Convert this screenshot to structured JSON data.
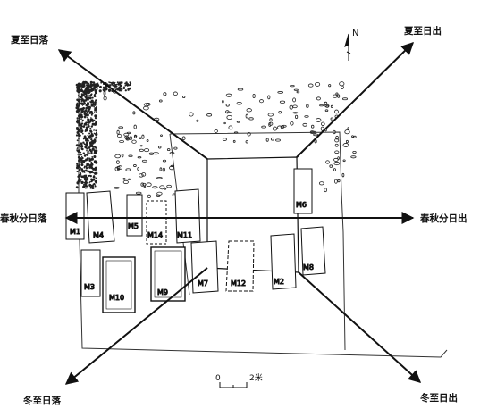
{
  "north_label": "N",
  "directions": {
    "summer_sunset": "夏至日落",
    "summer_sunrise": "夏至日出",
    "equinox_sunset": "春秋分日落",
    "equinox_sunrise": "春秋分日出",
    "winter_sunset": "冬至日落",
    "winter_sunrise": "冬至日出"
  },
  "tombs": {
    "m1": "M1",
    "m2": "M2",
    "m3": "M3",
    "m4": "M4",
    "m5": "M5",
    "m6": "M6",
    "m7": "M7",
    "m8": "M8",
    "m9": "M9",
    "m10": "M10",
    "m11": "M11",
    "m12": "M12",
    "m14": "M14"
  },
  "scale": {
    "zero": "0",
    "length": "2米"
  },
  "colors": {
    "line": "#111111",
    "background": "#ffffff"
  }
}
